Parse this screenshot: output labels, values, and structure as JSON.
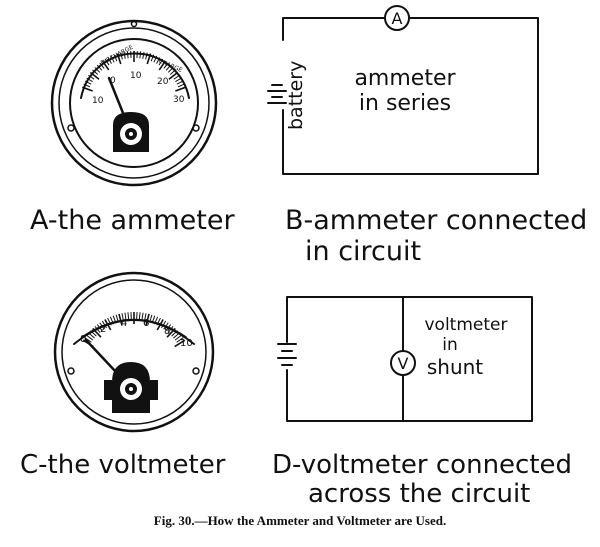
{
  "panels": {
    "a": {
      "label": "A-the ammeter",
      "scale_left": "DISCHARGE",
      "scale_right": "CHARGE",
      "ticks": [
        "10",
        "0",
        "10",
        "20",
        "30"
      ]
    },
    "b": {
      "label_line1": "B-ammeter connected",
      "label_line2": "in circuit",
      "battery_label": "battery",
      "meter_symbol": "A",
      "note_line1": "ammeter",
      "note_line2": "in series"
    },
    "c": {
      "label": "C-the voltmeter",
      "ticks": [
        "0",
        "2",
        "4",
        "6",
        "8",
        "10"
      ]
    },
    "d": {
      "label_line1": "D-voltmeter connected",
      "label_line2": "across the circuit",
      "meter_symbol": "V",
      "note_line1": "voltmeter",
      "note_line2": "in",
      "note_line3": "shunt"
    }
  },
  "caption": "Fig. 30.—How the Ammeter and Voltmeter are Used."
}
